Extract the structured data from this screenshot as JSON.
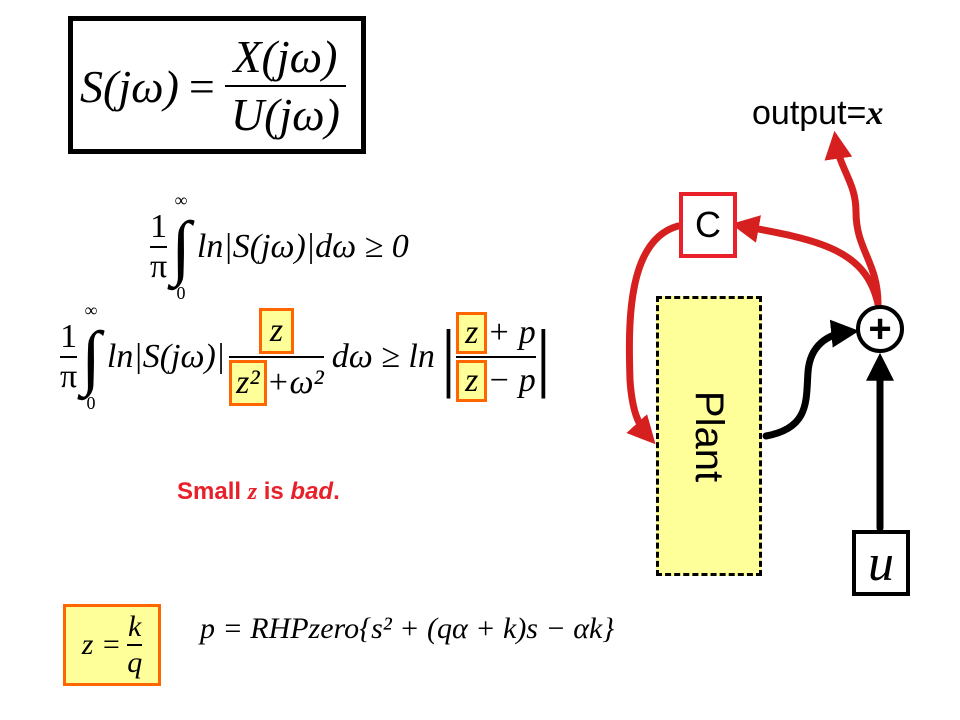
{
  "eq_top": {
    "lhs": "S(jω)",
    "equals": "=",
    "numerator": "X(jω)",
    "denominator": "U(jω)"
  },
  "eq_bode": {
    "coef_num": "1",
    "coef_den": "π",
    "upper_limit": "∞",
    "lower_limit": "0",
    "integrand": "ln|S(jω)|dω ≥ 0"
  },
  "eq_weighted": {
    "coef_num": "1",
    "coef_den": "π",
    "upper_limit": "∞",
    "lower_limit": "0",
    "integrand": "ln|S(jω)|",
    "weight_num": "z",
    "weight_den_z": "z²",
    "weight_den_rest": "+ω²",
    "after_weight": "dω ≥ ln",
    "rhs_num_z": "z",
    "rhs_num_rest": "+ p",
    "rhs_den_z": "z",
    "rhs_den_rest": "− p"
  },
  "note": {
    "pre": "Small ",
    "var": "z",
    "mid": " is ",
    "emph": "bad",
    "post": "."
  },
  "eq_z": {
    "lhs": "z =",
    "num": "k",
    "den": "q"
  },
  "eq_p": {
    "text": "p = RHPzero{s² + (qα + k)s − αk}"
  },
  "diagram": {
    "controller_label": "C",
    "plant_label": "Plant",
    "sum_symbol": "+",
    "input_label": "u",
    "output_prefix": "output=",
    "output_var": "x"
  },
  "colors": {
    "red_arrow": "#d62020",
    "black_arrow": "#000000",
    "highlight_fill": "#ffff99",
    "highlight_border": "#ff6600",
    "note_text": "#e8202a"
  }
}
